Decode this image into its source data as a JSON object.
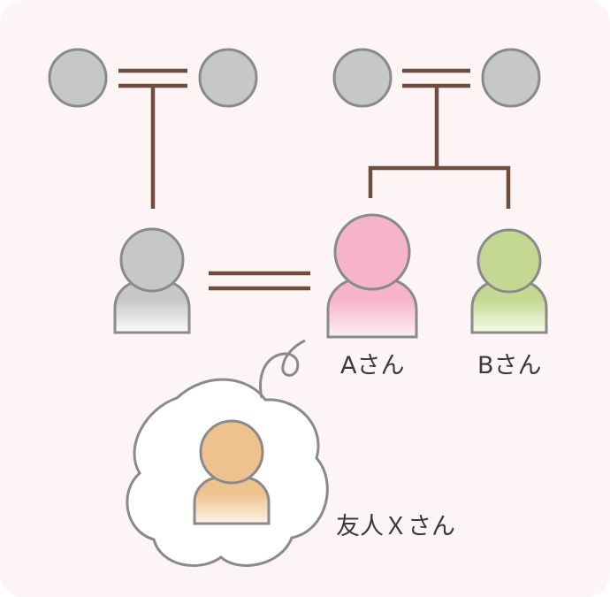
{
  "labels": {
    "person_a": "Aさん",
    "person_b": "Bさん",
    "friend_x": "友人Ｘさん"
  },
  "colors": {
    "background": "#fdf4f6",
    "line": "#6e4c40",
    "outline": "#8a8a8a",
    "grey": "#c6c7c9",
    "pink": "#f6b4cb",
    "green": "#c4d893",
    "orange": "#eec28f"
  },
  "icons": [
    "person-icon",
    "thought-bubble-icon",
    "circle-node-icon"
  ]
}
